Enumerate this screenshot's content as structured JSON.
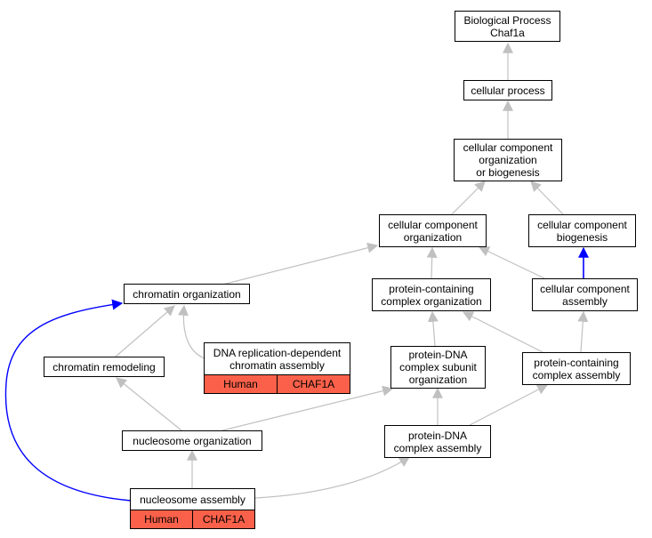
{
  "colors": {
    "edge": "#c0c0c0",
    "highlight_edge": "#0000ff",
    "annotation_fill": "#fb614a"
  },
  "nodes": {
    "bp": "Biological Process\nChaf1a",
    "cp": "cellular process",
    "ccob": "cellular component\norganization\nor biogenesis",
    "cco": "cellular component\norganization",
    "ccb": "cellular component\nbiogenesis",
    "chrorg": "chromatin organization",
    "pcco": "protein-containing\ncomplex organization",
    "cca": "cellular component\nassembly",
    "dnarep": "DNA replication-dependent\nchromatin assembly",
    "chrrem": "chromatin remodeling",
    "pdnaso": "protein-DNA\ncomplex subunit\norganization",
    "pcca": "protein-containing\ncomplex assembly",
    "nucorg": "nucleosome organization",
    "pdnaca": "protein-DNA\ncomplex assembly",
    "nucass": "nucleosome assembly"
  },
  "annotations": {
    "dnarep": [
      "Human",
      "CHAF1A"
    ],
    "nucass": [
      "Human",
      "CHAF1A"
    ]
  }
}
